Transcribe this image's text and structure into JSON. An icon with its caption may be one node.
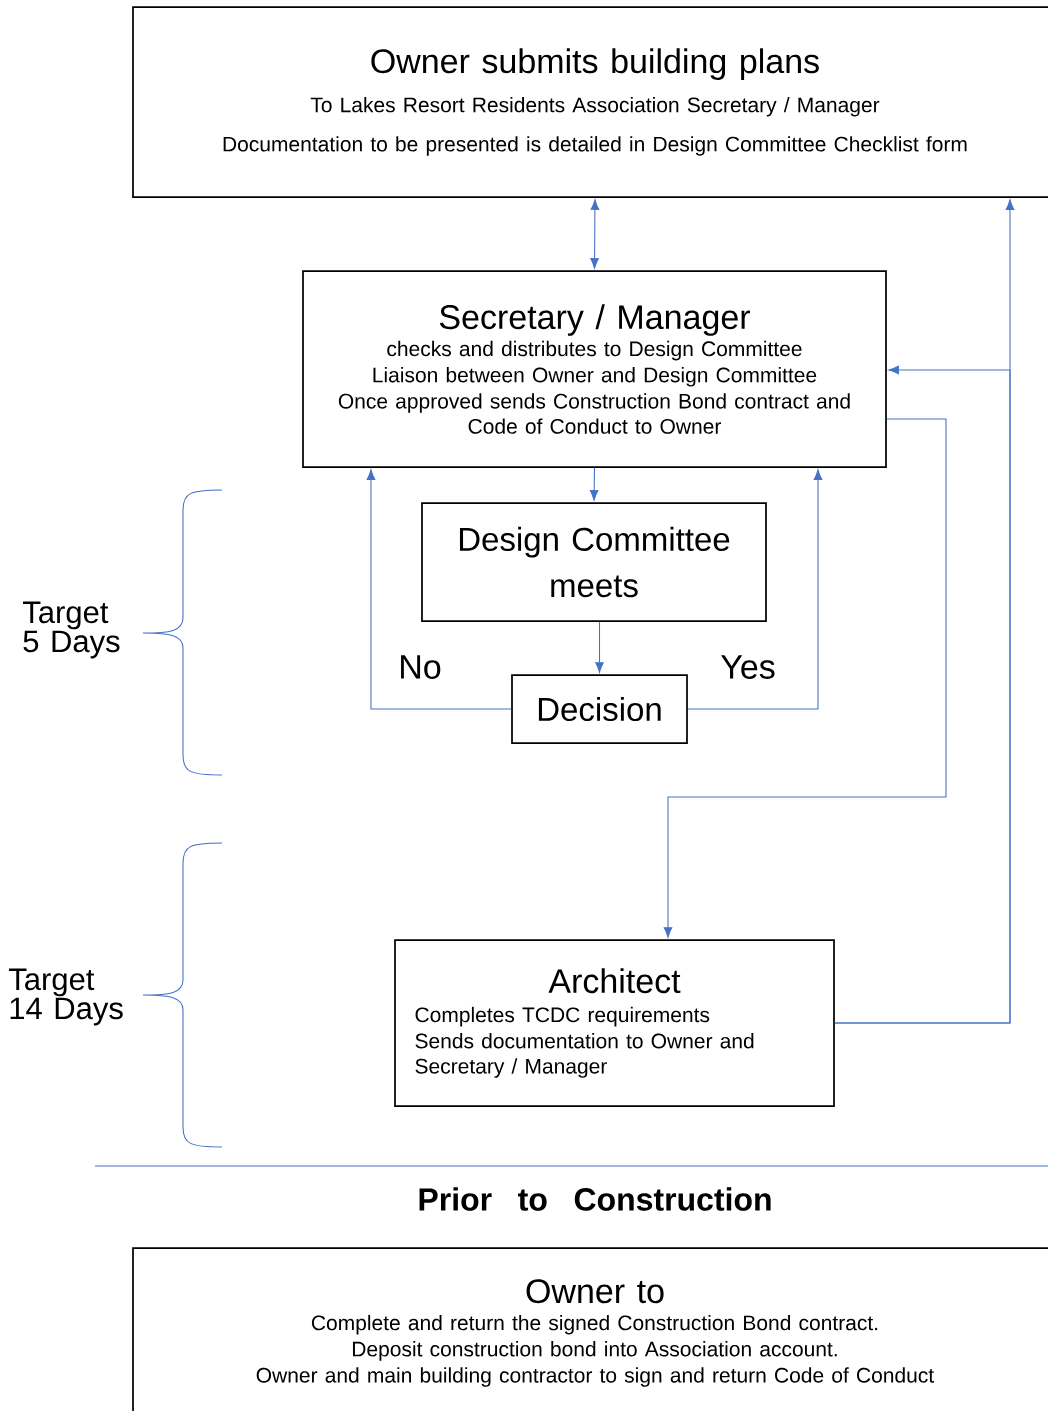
{
  "diagram": {
    "nodes": [
      {
        "text": [
          "Owner submits building plans",
          "To Lakes Resort Residents Association Secretary / Manager",
          "Documentation to be presented is detailed in Design Committee Checklist form"
        ]
      },
      {
        "text": [
          "Secretary / Manager",
          "checks and distributes to Design Committee",
          "Liaison between Owner and Design Committee",
          "Once approved sends Construction Bond contract and Code of Conduct to Owner"
        ]
      },
      {
        "text": [
          "Design Committee meets"
        ]
      },
      {
        "text": [
          "Decision"
        ]
      },
      {
        "text": [
          "Architect",
          "Completes TCDC requirements",
          "Sends documentation to Owner and Secretary / Manager"
        ]
      },
      {
        "text": [
          "Owner to",
          "Complete and return the signed Construction Bond contract.",
          "Deposit construction bond into Association account.",
          "Owner and main building contractor to sign and return Code of Conduct"
        ]
      }
    ],
    "edges": [
      {
        "from": 0,
        "to": 1,
        "arrow": "both"
      },
      {
        "from": 1,
        "to": 2,
        "arrow": "to"
      },
      {
        "from": 2,
        "to": 3,
        "arrow": "to"
      },
      {
        "from": 3,
        "to": 1,
        "arrow": "to",
        "label": "No"
      },
      {
        "from": 3,
        "to": 1,
        "arrow": "to",
        "label": "Yes"
      },
      {
        "from": 1,
        "to": 4,
        "arrow": "to"
      },
      {
        "from": 4,
        "to": 0,
        "arrow": "to"
      },
      {
        "from": 4,
        "to": 1,
        "arrow": "to"
      }
    ],
    "labels": [
      "Target 5 Days",
      "Target 14 Days",
      "Prior to Construction"
    ]
  }
}
